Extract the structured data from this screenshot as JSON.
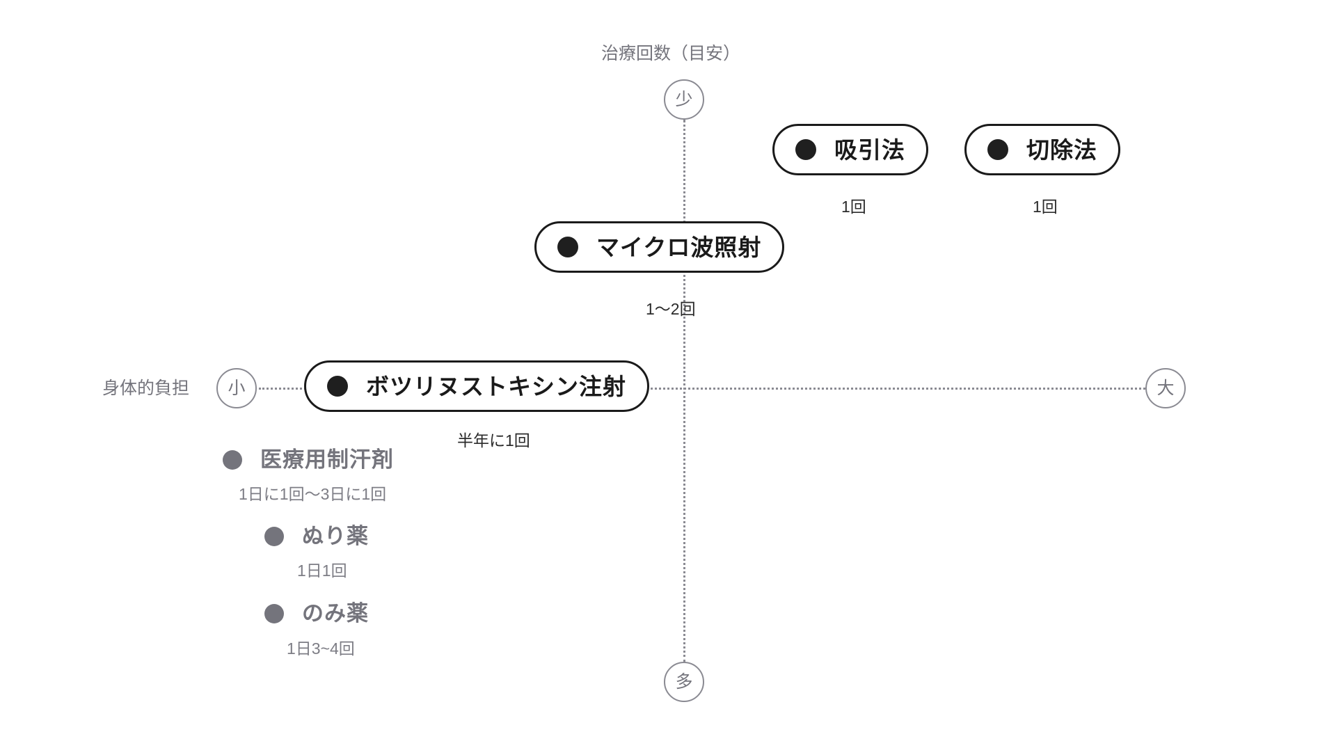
{
  "chart_data": {
    "type": "scatter",
    "title": "",
    "xlabel": "身体的負担",
    "ylabel": "治療回数（目安）",
    "xlim": [
      "小",
      "大"
    ],
    "ylim": [
      "少",
      "多"
    ],
    "grid": false,
    "legend": "none",
    "annotations": {
      "y_axis_title": "治療回数（目安）",
      "y_axis_low_cap": "少",
      "y_axis_high_cap": "多",
      "x_axis_title": "身体的負担",
      "x_axis_low_cap": "小",
      "x_axis_high_cap": "大"
    },
    "points": [
      {
        "label": "吸引法",
        "frequency": "1回",
        "x": 0.62,
        "y": 0.93,
        "style": "outlined",
        "color": "#1a1a1a"
      },
      {
        "label": "切除法",
        "frequency": "1回",
        "x": 0.8,
        "y": 0.93,
        "style": "outlined",
        "color": "#1a1a1a"
      },
      {
        "label": "マイクロ波照射",
        "frequency": "1〜2回",
        "x": 0.47,
        "y": 0.75,
        "style": "outlined",
        "color": "#1a1a1a"
      },
      {
        "label": "ボツリヌストキシン注射",
        "frequency": "半年に1回",
        "x": 0.25,
        "y": 0.5,
        "style": "outlined",
        "color": "#1a1a1a"
      },
      {
        "label": "医療用制汗剤",
        "frequency": "1日に1回〜3日に1回",
        "x": 0.17,
        "y": 0.36,
        "style": "plain",
        "color": "#74747c"
      },
      {
        "label": "ぬり薬",
        "frequency": "1日1回",
        "x": 0.21,
        "y": 0.24,
        "style": "plain",
        "color": "#74747c"
      },
      {
        "label": "のみ薬",
        "frequency": "1日3~4回",
        "x": 0.21,
        "y": 0.12,
        "style": "plain",
        "color": "#74747c"
      }
    ]
  },
  "axes": {
    "vertical": {
      "title": "治療回数（目安）",
      "cap_top": "少",
      "cap_bottom": "多"
    },
    "horizontal": {
      "title": "身体的負担",
      "cap_left": "小",
      "cap_right": "大"
    }
  },
  "nodes": {
    "suction": {
      "label": "吸引法",
      "frequency": "1回"
    },
    "excision": {
      "label": "切除法",
      "frequency": "1回"
    },
    "microwave": {
      "label": "マイクロ波照射",
      "frequency": "1〜2回"
    },
    "botox": {
      "label": "ボツリヌストキシン注射",
      "frequency": "半年に1回"
    },
    "antiperspirant": {
      "label": "医療用制汗剤",
      "frequency": "1日に1回〜3日に1回"
    },
    "topical": {
      "label": "ぬり薬",
      "frequency": "1日1回"
    },
    "oral": {
      "label": "のみ薬",
      "frequency": "1日3~4回"
    }
  },
  "colors": {
    "background": "#ffffff",
    "primary_text": "#1a1a1a",
    "secondary_text": "#74747c",
    "axis_line": "#8a8a92",
    "dot_dark": "#1f1f1f",
    "dot_gray": "#74747c"
  }
}
